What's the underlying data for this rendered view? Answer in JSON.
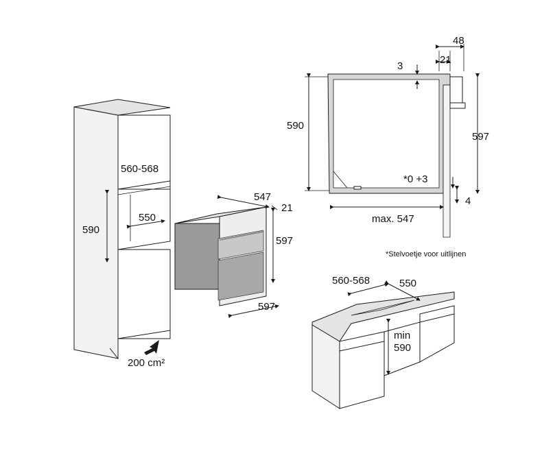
{
  "tall_cabinet": {
    "niche_width": "560-568",
    "niche_height": "590",
    "niche_depth": "550",
    "ventilation": "200 cm²"
  },
  "oven": {
    "depth": "547",
    "door_thickness": "21",
    "height": "597",
    "width": "597"
  },
  "side_section": {
    "top_gap": "3",
    "front_offset_small": "21",
    "front_offset_large": "48",
    "inner_height": "590",
    "outer_height": "597",
    "adjust_range": "*0 +3",
    "bottom_offset": "4",
    "max_depth": "max. 547",
    "footnote": "*Stelvoetje voor uitlijnen"
  },
  "under_counter": {
    "niche_width": "560-568",
    "niche_depth": "550",
    "min_label": "min",
    "min_height": "590"
  },
  "colors": {
    "line": "#1a1a1a",
    "fill_side": "#f2f2f2",
    "fill_top": "#e4e4e4",
    "oven_body": "#9a9a9a"
  }
}
